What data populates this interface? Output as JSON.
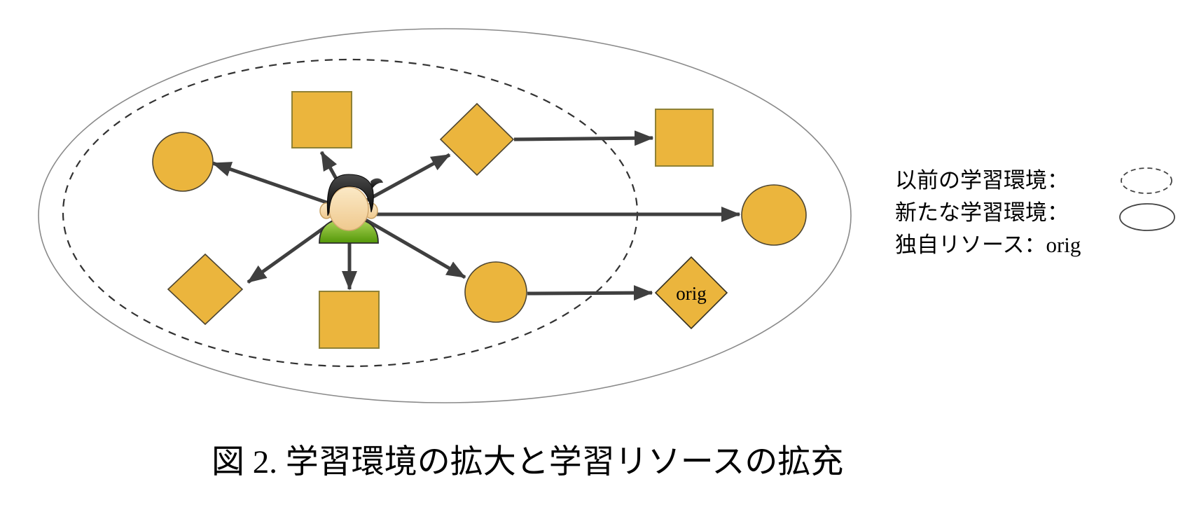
{
  "figure": {
    "caption": "図 2.  学習環境の拡大と学習リソースの拡充"
  },
  "diagram": {
    "orig_label": "orig",
    "shapes": {
      "previous_environment": "dashed-ellipse",
      "new_environment": "solid-ellipse",
      "resources": [
        "circle",
        "square",
        "diamond"
      ]
    }
  },
  "legend": {
    "previous_env_label": "以前の学習環境：",
    "new_env_label": "新たな学習環境：",
    "orig_resource_label": "独自リソース：orig"
  },
  "colors": {
    "resource_fill": "#EBB53D",
    "resource_rect_stroke": "#8F8136",
    "resource_round_stroke": "#4D4532",
    "arrow": "#3F3F3F",
    "outer_ellipse_stroke": "#8A8A8A",
    "dashed_ellipse_stroke": "#323232",
    "skin": "#F6DAA6",
    "hair": "#1E1E1E",
    "shirt_green": "#6FAE27",
    "collar_white": "#FFFFFF"
  }
}
